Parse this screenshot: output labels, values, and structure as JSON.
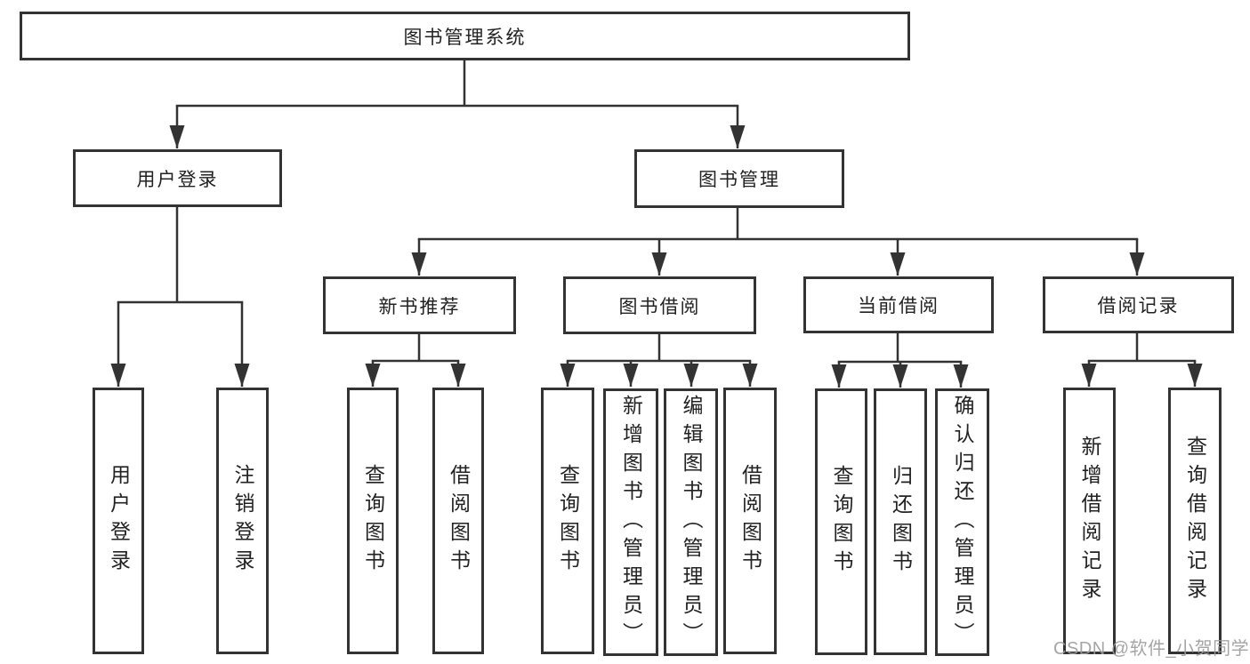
{
  "diagram": {
    "title": "图书管理系统",
    "branches": [
      {
        "label": "用户登录",
        "children": [
          {
            "label": "用户登录"
          },
          {
            "label": "注销登录"
          }
        ]
      },
      {
        "label": "图书管理",
        "children": [
          {
            "label": "新书推荐",
            "children": [
              {
                "label": "查询图书"
              },
              {
                "label": "借阅图书"
              }
            ]
          },
          {
            "label": "图书借阅",
            "children": [
              {
                "label": "查询图书"
              },
              {
                "label": "新增图书（管理员）"
              },
              {
                "label": "编辑图书（管理员）"
              },
              {
                "label": "借阅图书"
              }
            ]
          },
          {
            "label": "当前借阅",
            "children": [
              {
                "label": "查询图书"
              },
              {
                "label": "归还图书"
              },
              {
                "label": "确认归还（管理员）"
              }
            ]
          },
          {
            "label": "借阅记录",
            "children": [
              {
                "label": "新增借阅记录"
              },
              {
                "label": "查询借阅记录"
              }
            ]
          }
        ]
      }
    ]
  },
  "watermark": {
    "text": "CSDN @软件_小贺同学",
    "color": "#9c9c9c"
  },
  "colors": {
    "background": "#ffffff",
    "box_border": "#333333",
    "connector_line": "#333333",
    "text": "#222222"
  }
}
